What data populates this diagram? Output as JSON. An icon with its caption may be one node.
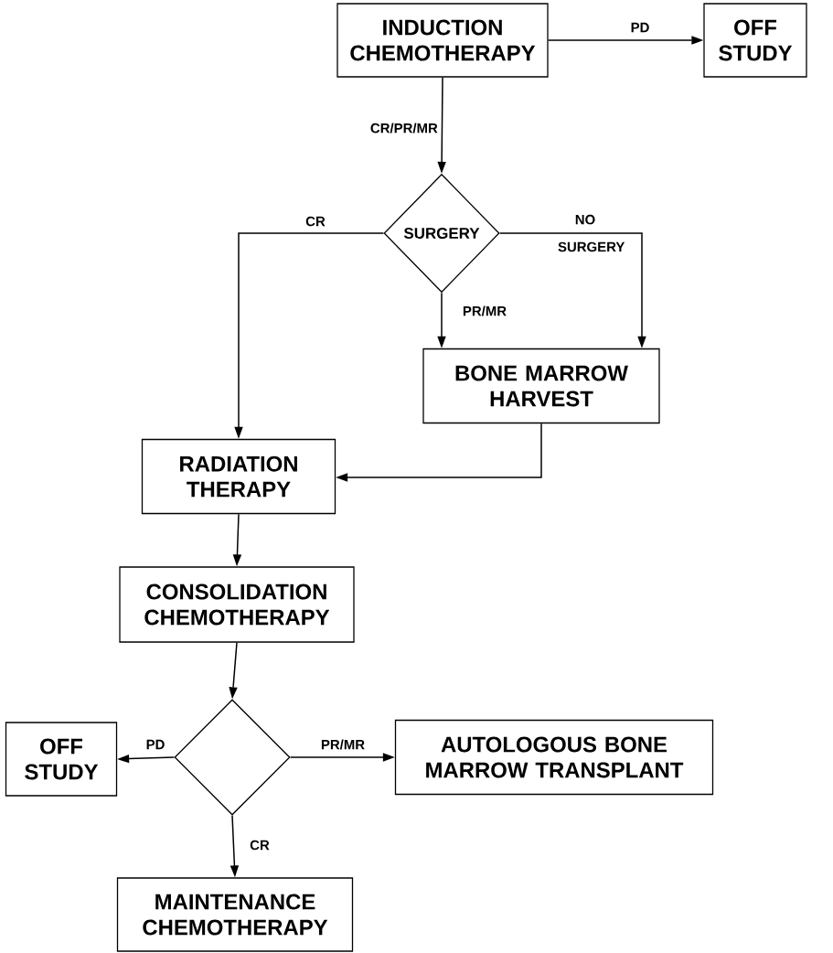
{
  "diagram": {
    "nodes": [
      {
        "text": [
          "INDUCTION CHEMOTHERAPY"
        ]
      },
      {
        "text": [
          "OFF STUDY"
        ]
      },
      {
        "text": [
          "SURGERY"
        ]
      },
      {
        "text": [
          "BONE MARROW HARVEST"
        ]
      },
      {
        "text": [
          "RADIATION THERAPY"
        ]
      },
      {
        "text": [
          "CONSOLIDATION CHEMOTHERAPY"
        ]
      },
      {
        "text": [],
        "shape": "diamond"
      },
      {
        "text": [
          "OFF STUDY"
        ]
      },
      {
        "text": [
          "AUTOLOGOUS BONE MARROW TRANSPLANT"
        ]
      },
      {
        "text": [
          "MAINTENANCE CHEMOTHERAPY"
        ]
      }
    ],
    "edges": [
      {
        "from": 0,
        "to": 1,
        "arrow": "to",
        "label": "PD"
      },
      {
        "from": 0,
        "to": 2,
        "arrow": "to",
        "label": "CR/PR/MR"
      },
      {
        "from": 2,
        "to": 4,
        "arrow": "to",
        "label": "CR"
      },
      {
        "from": 2,
        "to": 3,
        "arrow": "to",
        "label": "PR/MR"
      },
      {
        "from": 2,
        "to": 3,
        "arrow": "to",
        "label": "NO SURGERY"
      },
      {
        "from": 3,
        "to": 4,
        "arrow": "to"
      },
      {
        "from": 4,
        "to": 5,
        "arrow": "to"
      },
      {
        "from": 5,
        "to": 6,
        "arrow": "to"
      },
      {
        "from": 6,
        "to": 7,
        "arrow": "to",
        "label": "PD"
      },
      {
        "from": 6,
        "to": 8,
        "arrow": "to",
        "label": "PR/MR"
      },
      {
        "from": 6,
        "to": 9,
        "arrow": "to",
        "label": "CR"
      }
    ]
  }
}
